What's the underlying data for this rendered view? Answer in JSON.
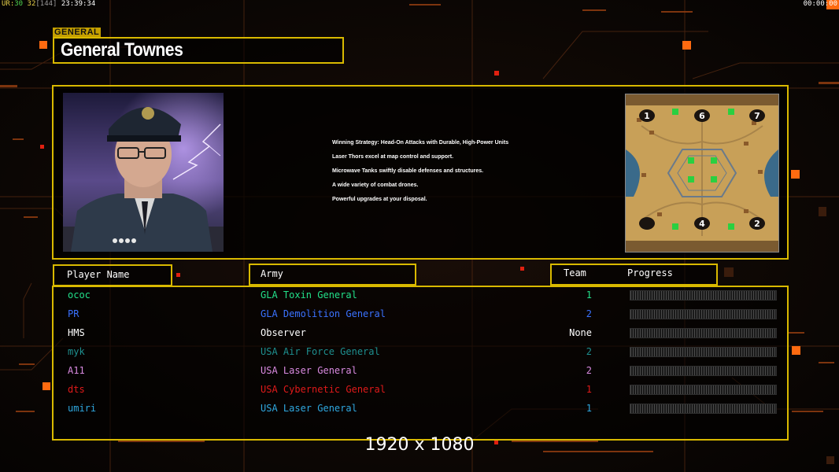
{
  "hud": {
    "left_prefix": "UR:",
    "left_a": "30",
    "left_b": "32",
    "left_c": "[144]",
    "left_time": "23:39:34",
    "right_time": "00:00:00"
  },
  "general": {
    "tag": "GENERAL",
    "name": "General Townes",
    "strategy_lines": [
      "Winning Strategy: Head-On Attacks with Durable, High-Power Units",
      "Laser Thors excel at map control and support.",
      "Microwave Tanks swiftly disable defenses and structures.",
      "A wide variety of combat drones.",
      "Powerful upgrades at your disposal."
    ]
  },
  "minimap": {
    "slots": [
      "1",
      "6",
      "7",
      "4",
      "2"
    ]
  },
  "table": {
    "col_player": "Player Name",
    "col_army": "Army",
    "col_team": "Team",
    "col_progress": "Progress",
    "rows": [
      {
        "name": "ococ",
        "army": "GLA Toxin General",
        "team": "1",
        "color": "#22e08a",
        "army_color": "#22e08a"
      },
      {
        "name": "PR",
        "army": "GLA Demolition General",
        "team": "2",
        "color": "#3a72ff",
        "army_color": "#3a72ff"
      },
      {
        "name": "HMS",
        "army": "Observer",
        "team": "None",
        "color": "#ffffff",
        "army_color": "#ffffff"
      },
      {
        "name": "myk",
        "army": "USA Air Force General",
        "team": "2",
        "color": "#1e8f8f",
        "army_color": "#1e8f8f"
      },
      {
        "name": "A11",
        "army": "USA Laser General",
        "team": "2",
        "color": "#d98ae0",
        "army_color": "#d98ae0"
      },
      {
        "name": "dts",
        "army": "USA Cybernetic General",
        "team": "1",
        "color": "#e01a1a",
        "army_color": "#e01a1a"
      },
      {
        "name": "umiri",
        "army": "USA Laser General",
        "team": "1",
        "color": "#2fa8e0",
        "army_color": "#2fa8e0"
      }
    ]
  },
  "resolution": "1920 x 1080",
  "colors": {
    "accent": "#d9b900",
    "background": "#0a0706",
    "circuit": "#6b3410"
  }
}
